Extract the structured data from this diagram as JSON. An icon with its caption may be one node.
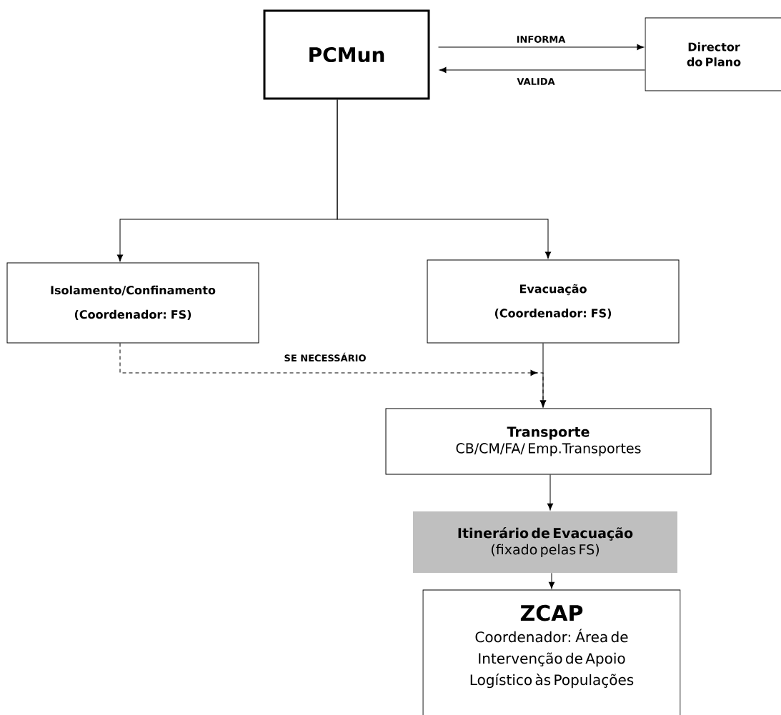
{
  "diagram": {
    "nodes": [
      {
        "text": [
          "PCMun"
        ]
      },
      {
        "text": [
          "Director do Plano"
        ]
      },
      {
        "text": [
          "Isolamento/Confinamento",
          "(Coordenador: FS)"
        ]
      },
      {
        "text": [
          "Evacuação",
          "(Coordenador: FS)"
        ]
      },
      {
        "text": [
          "Transporte",
          "CB/CM/FA/ Emp.Transportes"
        ]
      },
      {
        "text": [
          "Itinerário de Evacuação",
          "(fixado pelas FS)"
        ]
      },
      {
        "text": [
          "ZCAP",
          "Coordenador: Área de Intervenção de Apoio Logístico às Populações"
        ]
      }
    ],
    "edges": [
      {
        "from": 0,
        "to": 1,
        "arrow": "to",
        "label": "INFORMA"
      },
      {
        "from": 1,
        "to": 0,
        "arrow": "to",
        "label": "VALIDA"
      },
      {
        "from": 0,
        "to": 2,
        "arrow": "to"
      },
      {
        "from": 0,
        "to": 3,
        "arrow": "to"
      },
      {
        "from": 2,
        "to": 4,
        "arrow": "to",
        "label": "SE NECESSÁRIO",
        "style": "dashed"
      },
      {
        "from": 3,
        "to": 4,
        "arrow": "to"
      },
      {
        "from": 4,
        "to": 5,
        "arrow": "to"
      },
      {
        "from": 5,
        "to": 6,
        "arrow": "to"
      }
    ]
  }
}
